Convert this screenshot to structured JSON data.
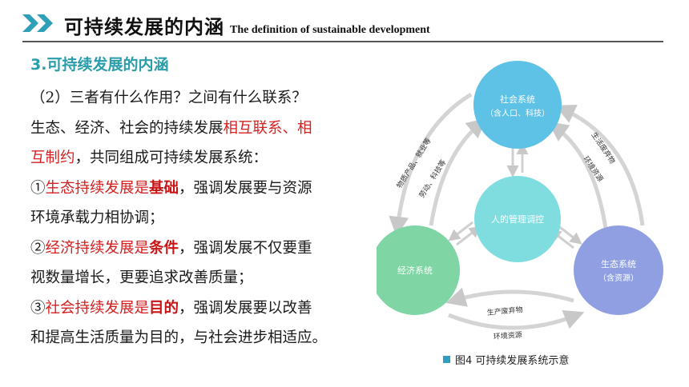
{
  "header": {
    "title_cn": "可持续发展的内涵",
    "title_en": "The definition of sustainable development"
  },
  "section_title": "3.可持续发展的内涵",
  "body": {
    "line1": "（2）三者有什么作用？之间有什么联系？",
    "line2_a": "生态、经济、社会的持续发展",
    "line2_b": "相互联系、相",
    "line3_a": "互制约",
    "line3_b": "，共同组成可持续发展系统：",
    "line4_a": "①",
    "line4_b": "生态持续发展是",
    "line4_c": "基础",
    "line4_d": "，强调发展要与资源",
    "line5": "环境承载力相协调；",
    "line6_a": "②",
    "line6_b": "经济持续发展是",
    "line6_c": "条件",
    "line6_d": "，强调发展不仅要重",
    "line7": "视数量增长，更要追求改善质量；",
    "line8_a": "③",
    "line8_b": "社会持续发展是",
    "line8_c": "目的",
    "line8_d": "，强调发展要以改善",
    "line9": "和提高生活质量为目的，与社会进步相适应。"
  },
  "diagram": {
    "social": {
      "name": "社会系统",
      "sub": "（含人口、科技）"
    },
    "management": {
      "name": "人的管理调控"
    },
    "economic": {
      "name": "经济系统"
    },
    "ecological": {
      "name": "生态系统",
      "sub": "（含资源）"
    },
    "left_outer": "物质产品、就业等",
    "left_inner": "劳动、科技等",
    "right_outer": "生活废弃物",
    "right_inner": "环境资源",
    "bottom_inner": "生产废弃物",
    "bottom_outer": "环境资源",
    "colors": {
      "social": "#5ec1e6",
      "management": "#7fdde0",
      "economic": "#7fd6a4",
      "ecological": "#8f9fe2"
    }
  },
  "caption": "图4 可持续发展系统示意"
}
